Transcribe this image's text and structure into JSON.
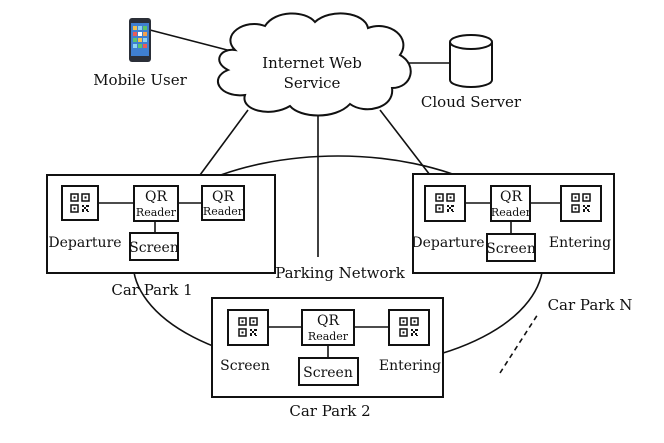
{
  "nodes": {
    "mobile_user": "Mobile User",
    "internet_line1": "Internet Web",
    "internet_line2": "Service",
    "cloud_server": "Cloud Server",
    "parking_network": "Parking Network"
  },
  "car_park_1": {
    "label": "Car Park 1",
    "qr_reader_1": [
      "QR",
      "Reader"
    ],
    "qr_reader_2": [
      "QR",
      "Reader"
    ],
    "departure": "Departure",
    "screen": "Screen"
  },
  "car_park_n": {
    "label": "Car Park N",
    "qr_reader": [
      "QR",
      "Reader"
    ],
    "departure": "Departure",
    "entering": "Entering",
    "screen": "Screen"
  },
  "car_park_2": {
    "label": "Car Park 2",
    "qr_reader": [
      "QR",
      "Reader"
    ],
    "left_label": "Screen",
    "entering": "Entering",
    "screen": "Screen"
  },
  "icons": [
    "smartphone-icon",
    "cloud-icon",
    "database-cylinder-icon",
    "qr-code-icon"
  ]
}
